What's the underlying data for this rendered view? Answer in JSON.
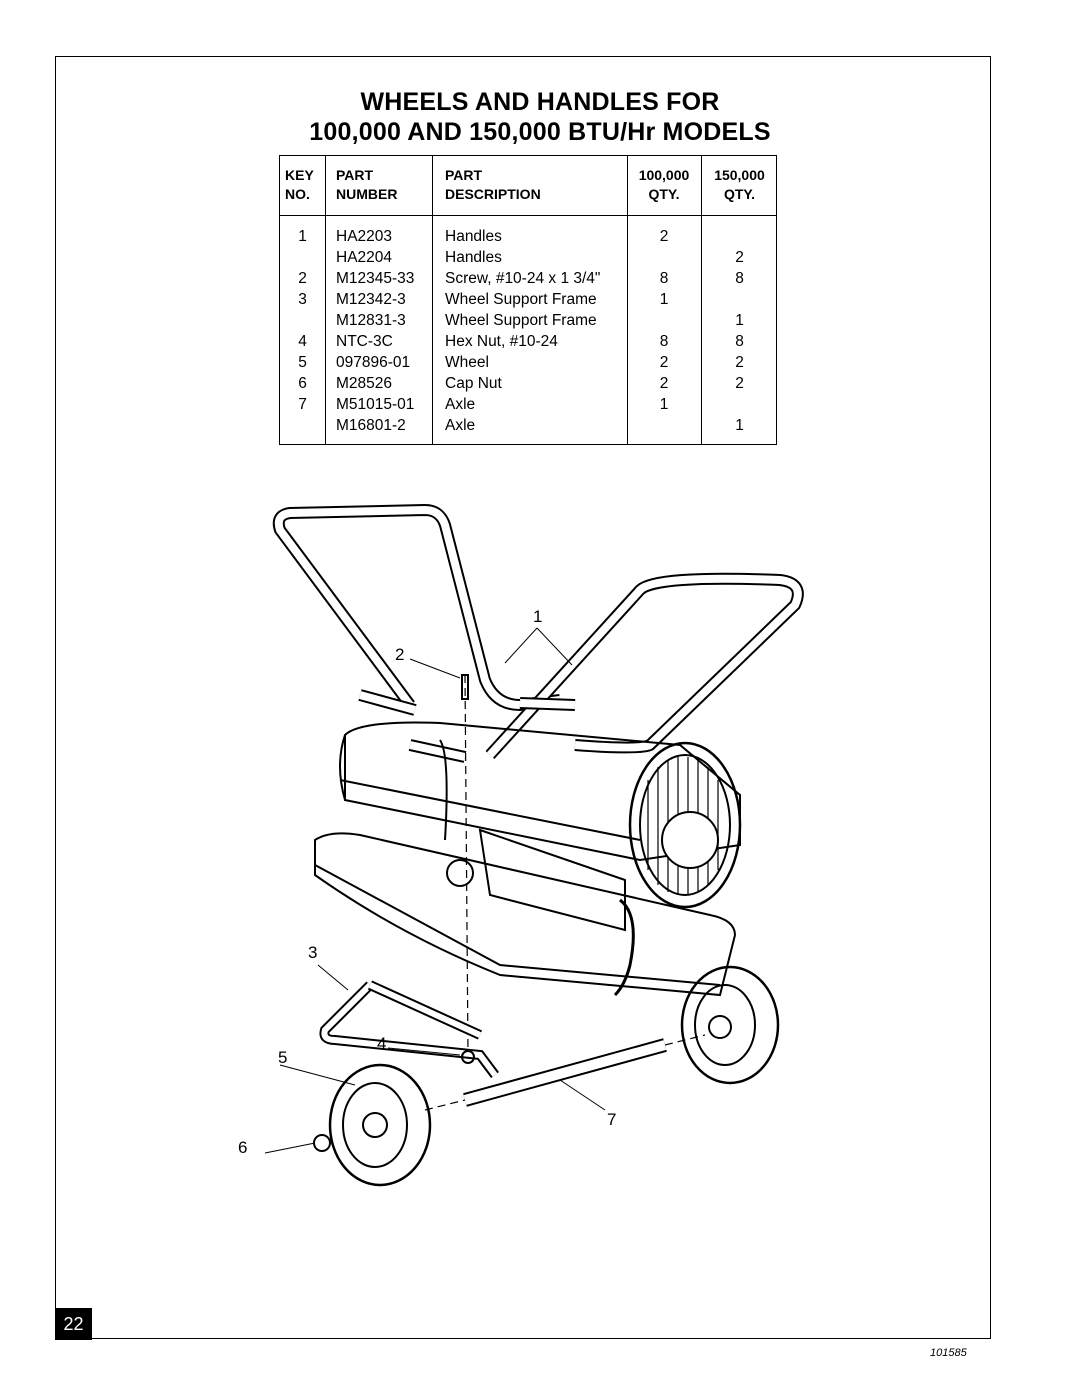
{
  "title": {
    "line1": "WHEELS AND HANDLES FOR",
    "line2": "100,000 AND 150,000 BTU/Hr MODELS"
  },
  "table": {
    "headers": {
      "key": [
        "KEY",
        "NO."
      ],
      "part_number": [
        "PART",
        "NUMBER"
      ],
      "description": [
        "PART",
        "DESCRIPTION"
      ],
      "qty100": [
        "100,000",
        "QTY."
      ],
      "qty150": [
        "150,000",
        "QTY."
      ]
    },
    "rows": [
      {
        "key": "1",
        "part": "HA2203",
        "desc": "Handles",
        "q100": "2",
        "q150": ""
      },
      {
        "key": "",
        "part": "HA2204",
        "desc": "Handles",
        "q100": "",
        "q150": "2"
      },
      {
        "key": "2",
        "part": "M12345-33",
        "desc": "Screw, #10-24 x 1 3/4\"",
        "q100": "8",
        "q150": "8"
      },
      {
        "key": "3",
        "part": "M12342-3",
        "desc": "Wheel Support Frame",
        "q100": "1",
        "q150": ""
      },
      {
        "key": "",
        "part": "M12831-3",
        "desc": "Wheel Support Frame",
        "q100": "",
        "q150": "1"
      },
      {
        "key": "4",
        "part": "NTC-3C",
        "desc": "Hex Nut, #10-24",
        "q100": "8",
        "q150": "8"
      },
      {
        "key": "5",
        "part": "097896-01",
        "desc": "Wheel",
        "q100": "2",
        "q150": "2"
      },
      {
        "key": "6",
        "part": "M28526",
        "desc": "Cap Nut",
        "q100": "2",
        "q150": "2"
      },
      {
        "key": "7",
        "part": "M51015-01",
        "desc": "Axle",
        "q100": "1",
        "q150": ""
      },
      {
        "key": "",
        "part": "M16801-2",
        "desc": "Axle",
        "q100": "",
        "q150": "1"
      }
    ]
  },
  "callouts": [
    "1",
    "2",
    "3",
    "4",
    "5",
    "6",
    "7"
  ],
  "page_number": "22",
  "doc_code": "101585"
}
